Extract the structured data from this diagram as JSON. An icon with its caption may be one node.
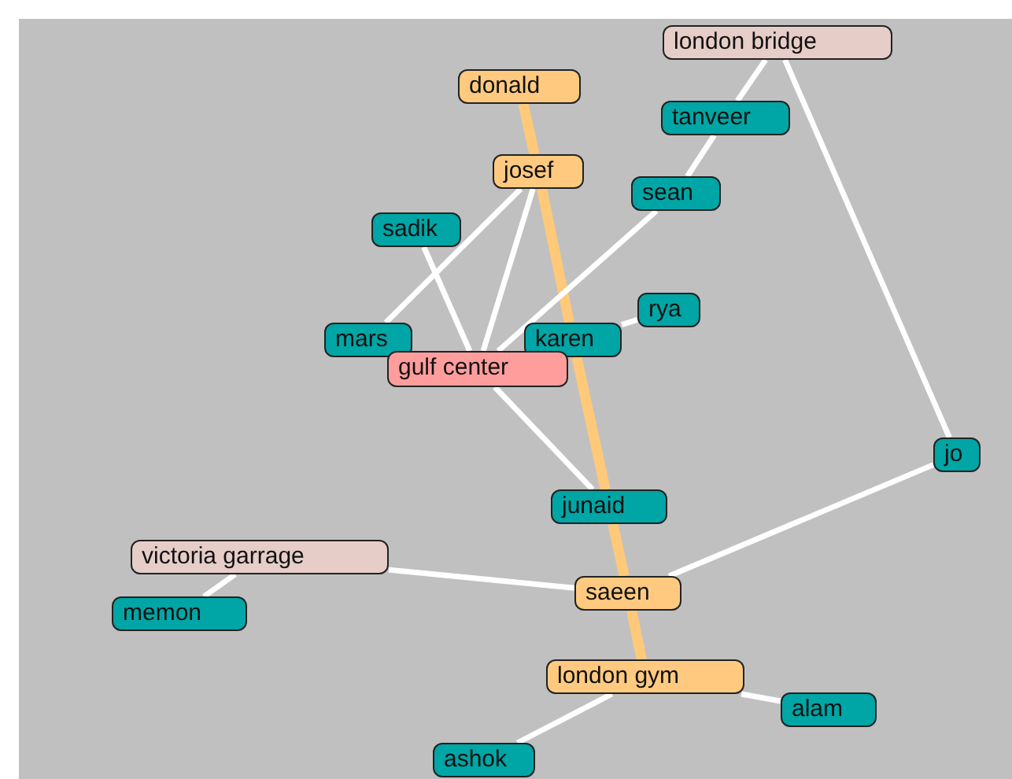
{
  "diagram": {
    "nodes": [
      {
        "text": [
          "london bridge"
        ]
      },
      {
        "text": [
          "donald"
        ]
      },
      {
        "text": [
          "tanveer"
        ]
      },
      {
        "text": [
          "josef"
        ]
      },
      {
        "text": [
          "sean"
        ]
      },
      {
        "text": [
          "sadik"
        ]
      },
      {
        "text": [
          "rya"
        ]
      },
      {
        "text": [
          "mars"
        ]
      },
      {
        "text": [
          "karen"
        ]
      },
      {
        "text": [
          "gulf center"
        ]
      },
      {
        "text": [
          "jo"
        ]
      },
      {
        "text": [
          "junaid"
        ]
      },
      {
        "text": [
          "victoria garrage"
        ]
      },
      {
        "text": [
          "saeen"
        ]
      },
      {
        "text": [
          "memon"
        ]
      },
      {
        "text": [
          "london gym"
        ]
      },
      {
        "text": [
          "alam"
        ]
      },
      {
        "text": [
          "ashok"
        ]
      }
    ],
    "edges": [
      {
        "from": 1,
        "to": 3,
        "arrow": "none",
        "style": "thick",
        "color": "#ffc97a"
      },
      {
        "from": 3,
        "to": 8,
        "arrow": "none",
        "style": "thick",
        "color": "#ffc97a"
      },
      {
        "from": 8,
        "to": 11,
        "arrow": "none",
        "style": "thick",
        "color": "#ffc97a"
      },
      {
        "from": 11,
        "to": 13,
        "arrow": "none",
        "style": "thick",
        "color": "#ffc97a"
      },
      {
        "from": 13,
        "to": 15,
        "arrow": "none",
        "style": "thick",
        "color": "#ffc97a"
      },
      {
        "from": 3,
        "to": 7,
        "arrow": "none"
      },
      {
        "from": 3,
        "to": 9,
        "arrow": "none"
      },
      {
        "from": 5,
        "to": 9,
        "arrow": "none"
      },
      {
        "from": 9,
        "to": 4,
        "arrow": "none"
      },
      {
        "from": 4,
        "to": 2,
        "arrow": "none"
      },
      {
        "from": 2,
        "to": 0,
        "arrow": "none"
      },
      {
        "from": 8,
        "to": 6,
        "arrow": "none"
      },
      {
        "from": 9,
        "to": 11,
        "arrow": "none"
      },
      {
        "from": 0,
        "to": 10,
        "arrow": "none"
      },
      {
        "from": 10,
        "to": 13,
        "arrow": "none"
      },
      {
        "from": 12,
        "to": 13,
        "arrow": "none"
      },
      {
        "from": 12,
        "to": 14,
        "arrow": "none"
      },
      {
        "from": 15,
        "to": 16,
        "arrow": "none"
      },
      {
        "from": 15,
        "to": 17,
        "arrow": "none"
      }
    ]
  }
}
